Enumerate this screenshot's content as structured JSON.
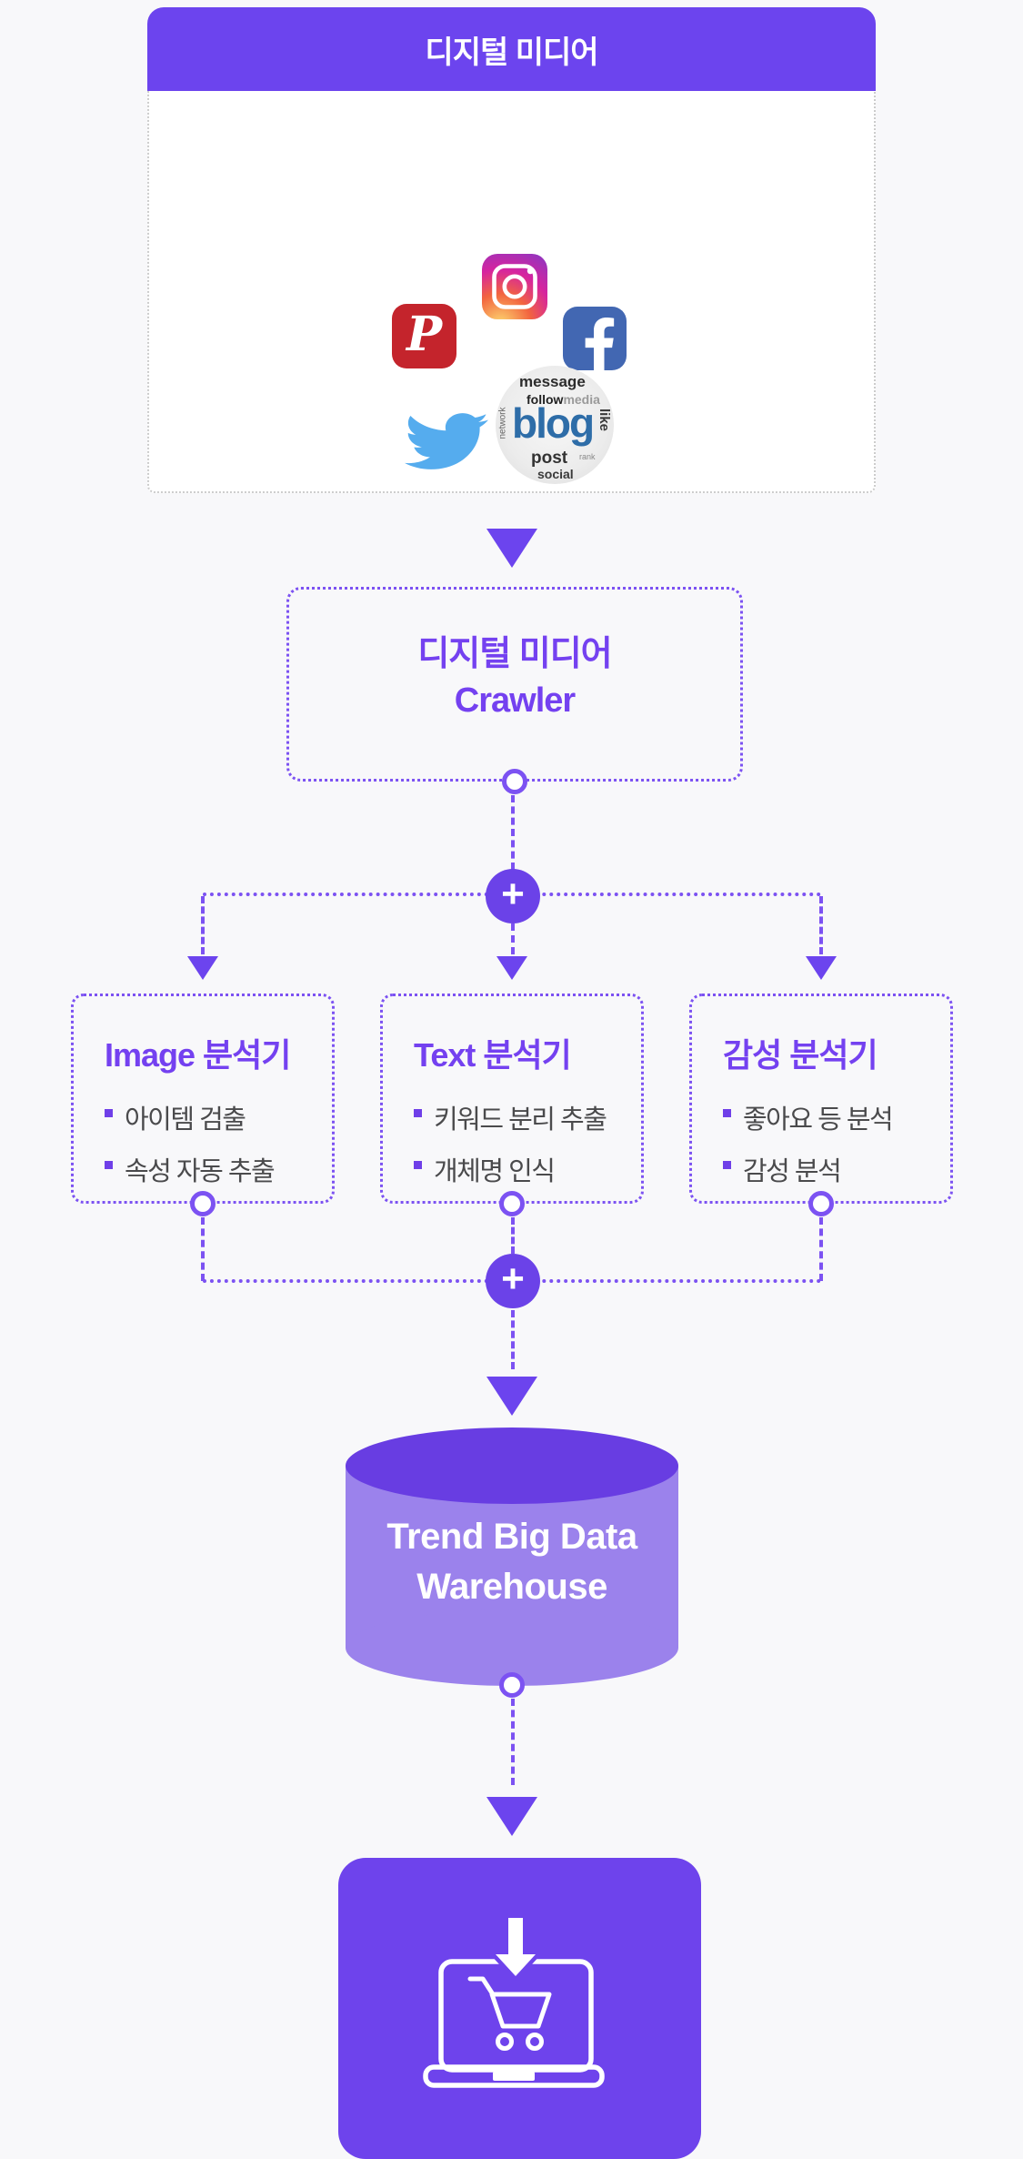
{
  "colors": {
    "background": "#f8f8fa",
    "accent_purple": "#6c44ee",
    "line_purple": "#7c52f2",
    "text_purple": "#7441f0",
    "cylinder_top": "#683de2",
    "cylinder_body": "#9b82ec",
    "bullet_text": "#4a4a4c",
    "card_border_gray": "#cccccc",
    "pinterest_red": "#c4242c",
    "facebook_blue": "#4267b2",
    "twitter_blue": "#55acee",
    "blog_blue": "#2e6da8"
  },
  "source_panel": {
    "header": "디지털 미디어",
    "icons": [
      "pinterest-icon",
      "instagram-icon",
      "facebook-icon",
      "twitter-icon",
      "blog-cloud-icon"
    ],
    "pinterest_glyph": "P",
    "blog_cloud": {
      "top": "message",
      "row_dark": "follow",
      "row_light": "media",
      "left": "network",
      "main": "blog",
      "right": "like",
      "below": "post",
      "small": "rank",
      "bottom": "social"
    }
  },
  "crawler": {
    "line1": "디지털 미디어",
    "line2": "Crawler"
  },
  "junction": {
    "plus": "+"
  },
  "analyzers": [
    {
      "title": "Image 분석기",
      "bullets": [
        "아이템 검출",
        "속성 자동 추출"
      ]
    },
    {
      "title": "Text 분석기",
      "bullets": [
        "키워드 분리 추출",
        "개체명 인식"
      ]
    },
    {
      "title": "감성 분석기",
      "bullets": [
        "좋아요 등 분석",
        "감성 분석"
      ]
    }
  ],
  "warehouse": {
    "line1": "Trend Big Data",
    "line2": "Warehouse"
  },
  "output": {
    "icon": "laptop-cart-download-icon"
  }
}
